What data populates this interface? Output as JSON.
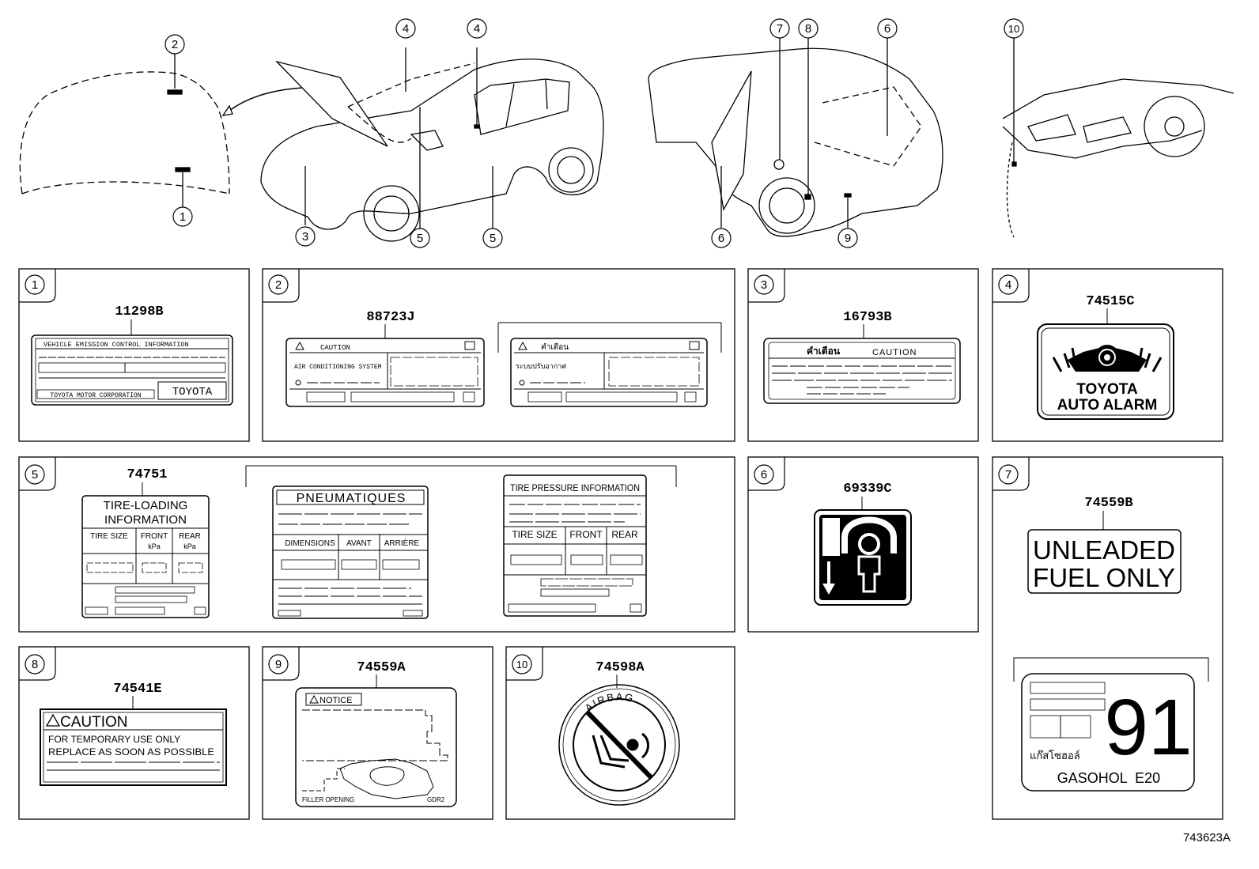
{
  "callouts": [
    "1",
    "2",
    "3",
    "4",
    "5",
    "6",
    "7",
    "8",
    "9",
    "10"
  ],
  "panels": {
    "p1": {
      "num": "1",
      "part": "11298B",
      "header": "VEHICLE EMISSION CONTROL INFORMATION",
      "maker": "TOYOTA MOTOR CORPORATION",
      "brand": "TOYOTA"
    },
    "p2": {
      "num": "2",
      "part": "88723J",
      "caution": "CAUTION",
      "system": "AIR CONDITIONING SYSTEM",
      "thai_caution": "คำเตือน",
      "thai_system": "ระบบปรับอากาศ"
    },
    "p3": {
      "num": "3",
      "part": "16793B",
      "thai": "คำเตือน",
      "caution": "CAUTION"
    },
    "p4": {
      "num": "4",
      "part": "74515C",
      "line1": "TOYOTA",
      "line2": "AUTO ALARM"
    },
    "p5": {
      "num": "5",
      "part": "74751",
      "tire_title1": "TIRE-LOADING",
      "tire_title2": "INFORMATION",
      "tire_size": "TIRE SIZE",
      "front": "FRONT",
      "rear": "REAR",
      "kpa": "kPa",
      "pneu_title": "PNEUMATIQUES",
      "dimensions": "DIMENSIONS",
      "avant": "AVANT",
      "arriere": "ARRIÈRE",
      "tp_title": "TIRE PRESSURE INFORMATION",
      "tp_size": "TIRE SIZE",
      "tp_front": "FRONT",
      "tp_rear": "REAR"
    },
    "p6": {
      "num": "6",
      "part": "69339C"
    },
    "p7": {
      "num": "7",
      "part": "74559B",
      "line1": "UNLEADED",
      "line2": "FUEL ONLY",
      "octane": "91",
      "thai": "แก๊สโซฮอล์",
      "gasohol": "GASOHOL  E20"
    },
    "p8": {
      "num": "8",
      "part": "74541E",
      "title": "CAUTION",
      "line1": "FOR TEMPORARY USE ONLY",
      "line2": "REPLACE AS SOON AS POSSIBLE"
    },
    "p9": {
      "num": "9",
      "part": "74559A",
      "notice": "NOTICE",
      "opening": "FILLER OPENING",
      "code": "GDR2"
    },
    "p10": {
      "num": "10",
      "part": "74598A",
      "airbag": "AIRBAG"
    }
  },
  "diagram_id": "743623A"
}
